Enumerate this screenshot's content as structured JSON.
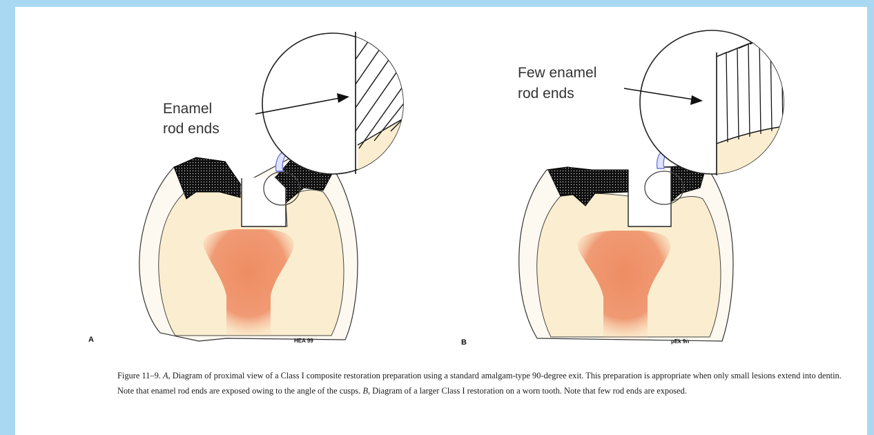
{
  "diagram_a": {
    "panel_letter": "A",
    "callout_label": [
      "Enamel",
      "rod ends"
    ],
    "corner_code": "HEA 99"
  },
  "diagram_b": {
    "panel_letter": "B",
    "callout_label": [
      "Few enamel",
      "rod ends"
    ],
    "corner_code": "pEk 9n"
  },
  "caption": {
    "prefix": "Figure 11–9.",
    "label_a": "A,",
    "text_a": "Diagram of proximal view of a Class I composite restoration preparation using a standard amalgam-type 90-degree exit. This preparation is appropriate when only small lesions extend into dentin. Note that enamel rod ends are exposed owing to the angle of the cusps.",
    "label_b": "B,",
    "text_b": "Diagram of a larger Class I restoration on a worn tooth. Note that few rod ends are exposed."
  },
  "colors": {
    "background": "#a9d9f2",
    "dentin": "#fbeed0",
    "outer_enamel": "#fdf9f0",
    "pulp": "#ec8a62",
    "enamel_black": "#111111",
    "arrow_blue": "#7b86d8"
  }
}
